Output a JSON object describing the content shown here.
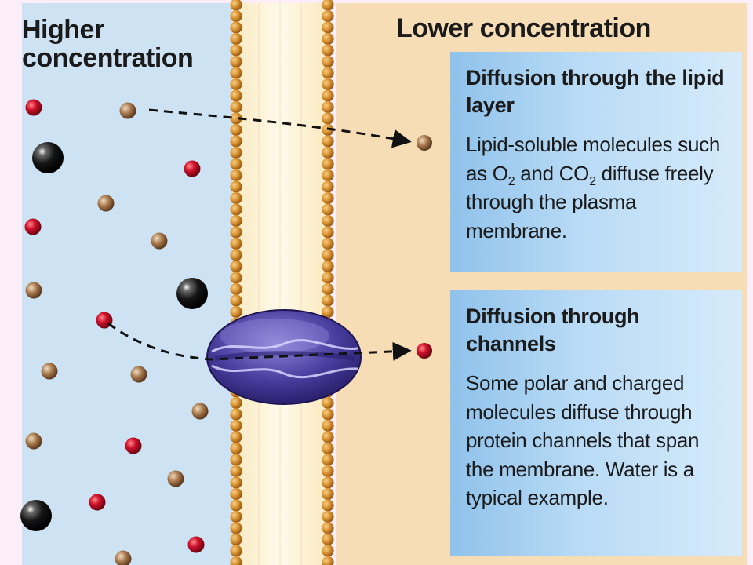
{
  "labels": {
    "higher": "Higher concentration",
    "lower": "Lower concentration"
  },
  "panels": {
    "lipid": {
      "title": "Diffusion through the lipid layer",
      "body_prefix": "Lipid-soluble molecules such as O",
      "sub1": "2",
      "body_middle": " and CO",
      "sub2": "2",
      "body_suffix": " diffuse freely through the plasma membrane."
    },
    "channel": {
      "title": "Diffusion through channels",
      "body": "Some polar and charged molecules diffuse through protein channels that span the membrane. Water is a typical example."
    }
  },
  "colors": {
    "left_region": "#cde3f4",
    "right_region": "#f6ddb6",
    "membrane_core": "#fdf3d6",
    "phospholipid_head": "#d9922f",
    "red_molecule": "#d0112b",
    "tan_molecule": "#a97a4e",
    "dark_molecule": "#151515",
    "channel_protein": "#4b3fa0"
  },
  "icons": {
    "channel": "protein-channel-icon",
    "arrow": "dashed-arrow-icon"
  }
}
